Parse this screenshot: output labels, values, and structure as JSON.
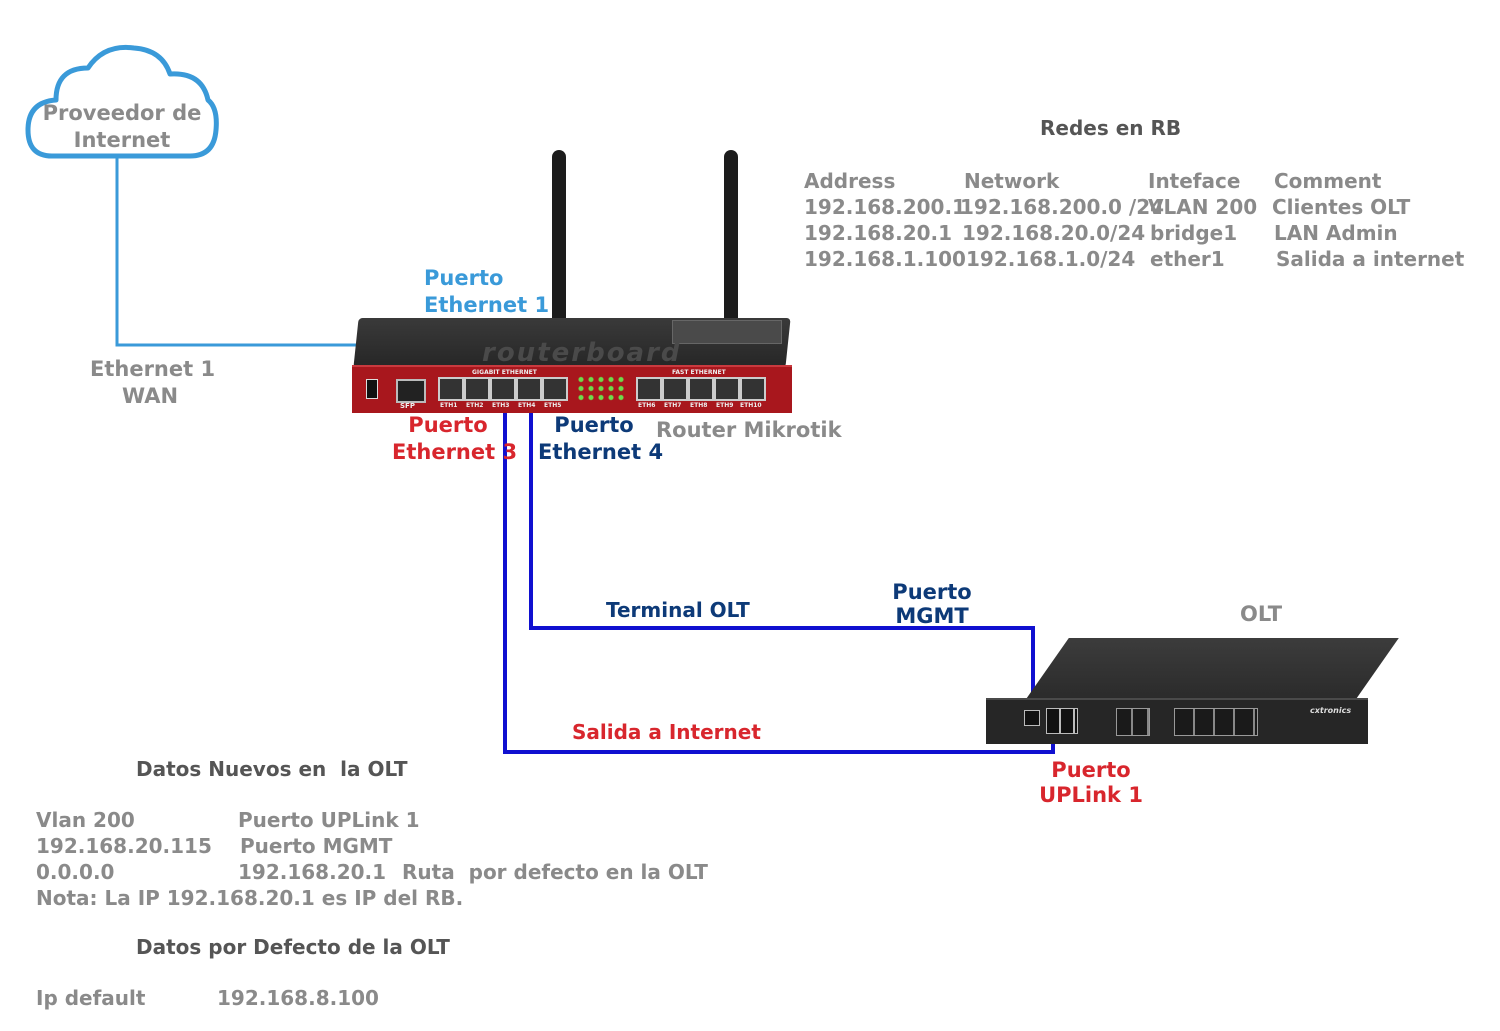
{
  "cloud": {
    "line1": "Proveedor de",
    "line2": "Internet"
  },
  "wan_label": {
    "line1": "Ethernet 1",
    "line2": "WAN"
  },
  "router": {
    "name": "Router Mikrotik",
    "brand_text": "routerboard",
    "section_gigabit": "GIGABIT ETHERNET",
    "section_fast": "FAST ETHERNET",
    "port_labels": [
      "ETH1",
      "ETH2",
      "ETH3",
      "ETH4",
      "ETH5",
      "ETH6",
      "ETH7",
      "ETH8",
      "ETH9",
      "ETH10"
    ],
    "sfp_label": "SFP"
  },
  "port_labels": {
    "eth1": {
      "line1": "Puerto",
      "line2": "Ethernet 1"
    },
    "eth3": {
      "line1": "Puerto",
      "line2": "Ethernet 3"
    },
    "eth4": {
      "line1": "Puerto",
      "line2": "Ethernet 4"
    },
    "mgmt": {
      "line1": "Puerto",
      "line2": "MGMT"
    },
    "uplink": {
      "line1": "Puerto",
      "line2": "UPLink 1"
    }
  },
  "links": {
    "terminal": "Terminal OLT",
    "salida": "Salida a Internet"
  },
  "olt": {
    "title": "OLT",
    "brand": "cxtronics"
  },
  "redes_rb": {
    "title": "Redes en RB",
    "headers": [
      "Address",
      "Network",
      "Inteface",
      "Comment"
    ],
    "rows": [
      [
        "192.168.200.1",
        "192.168.200.0 /24",
        "VLAN 200",
        "Clientes OLT"
      ],
      [
        "192.168.20.1",
        "192.168.20.0/24",
        "bridge1",
        "LAN Admin"
      ],
      [
        "192.168.1.100",
        "192.168.1.0/24",
        "ether1",
        "Salida a internet"
      ]
    ]
  },
  "datos_nuevos": {
    "title": "Datos Nuevos en  la OLT",
    "rows": [
      [
        "Vlan 200",
        "Puerto UPLink 1",
        ""
      ],
      [
        "192.168.20.115",
        "Puerto MGMT",
        ""
      ],
      [
        "0.0.0.0",
        "192.168.20.1",
        "Ruta  por defecto en la OLT"
      ]
    ],
    "note": "Nota: La IP 192.168.20.1 es IP del RB."
  },
  "datos_defecto": {
    "title": "Datos por Defecto de la OLT",
    "ip_label": "Ip default",
    "ip_value": "192.168.8.100"
  },
  "colors": {
    "wan_wire": "#3a9ad9",
    "lan_wire": "#1010d0",
    "router_body": "#a8171d",
    "olt_body": "#2a2a2a"
  }
}
